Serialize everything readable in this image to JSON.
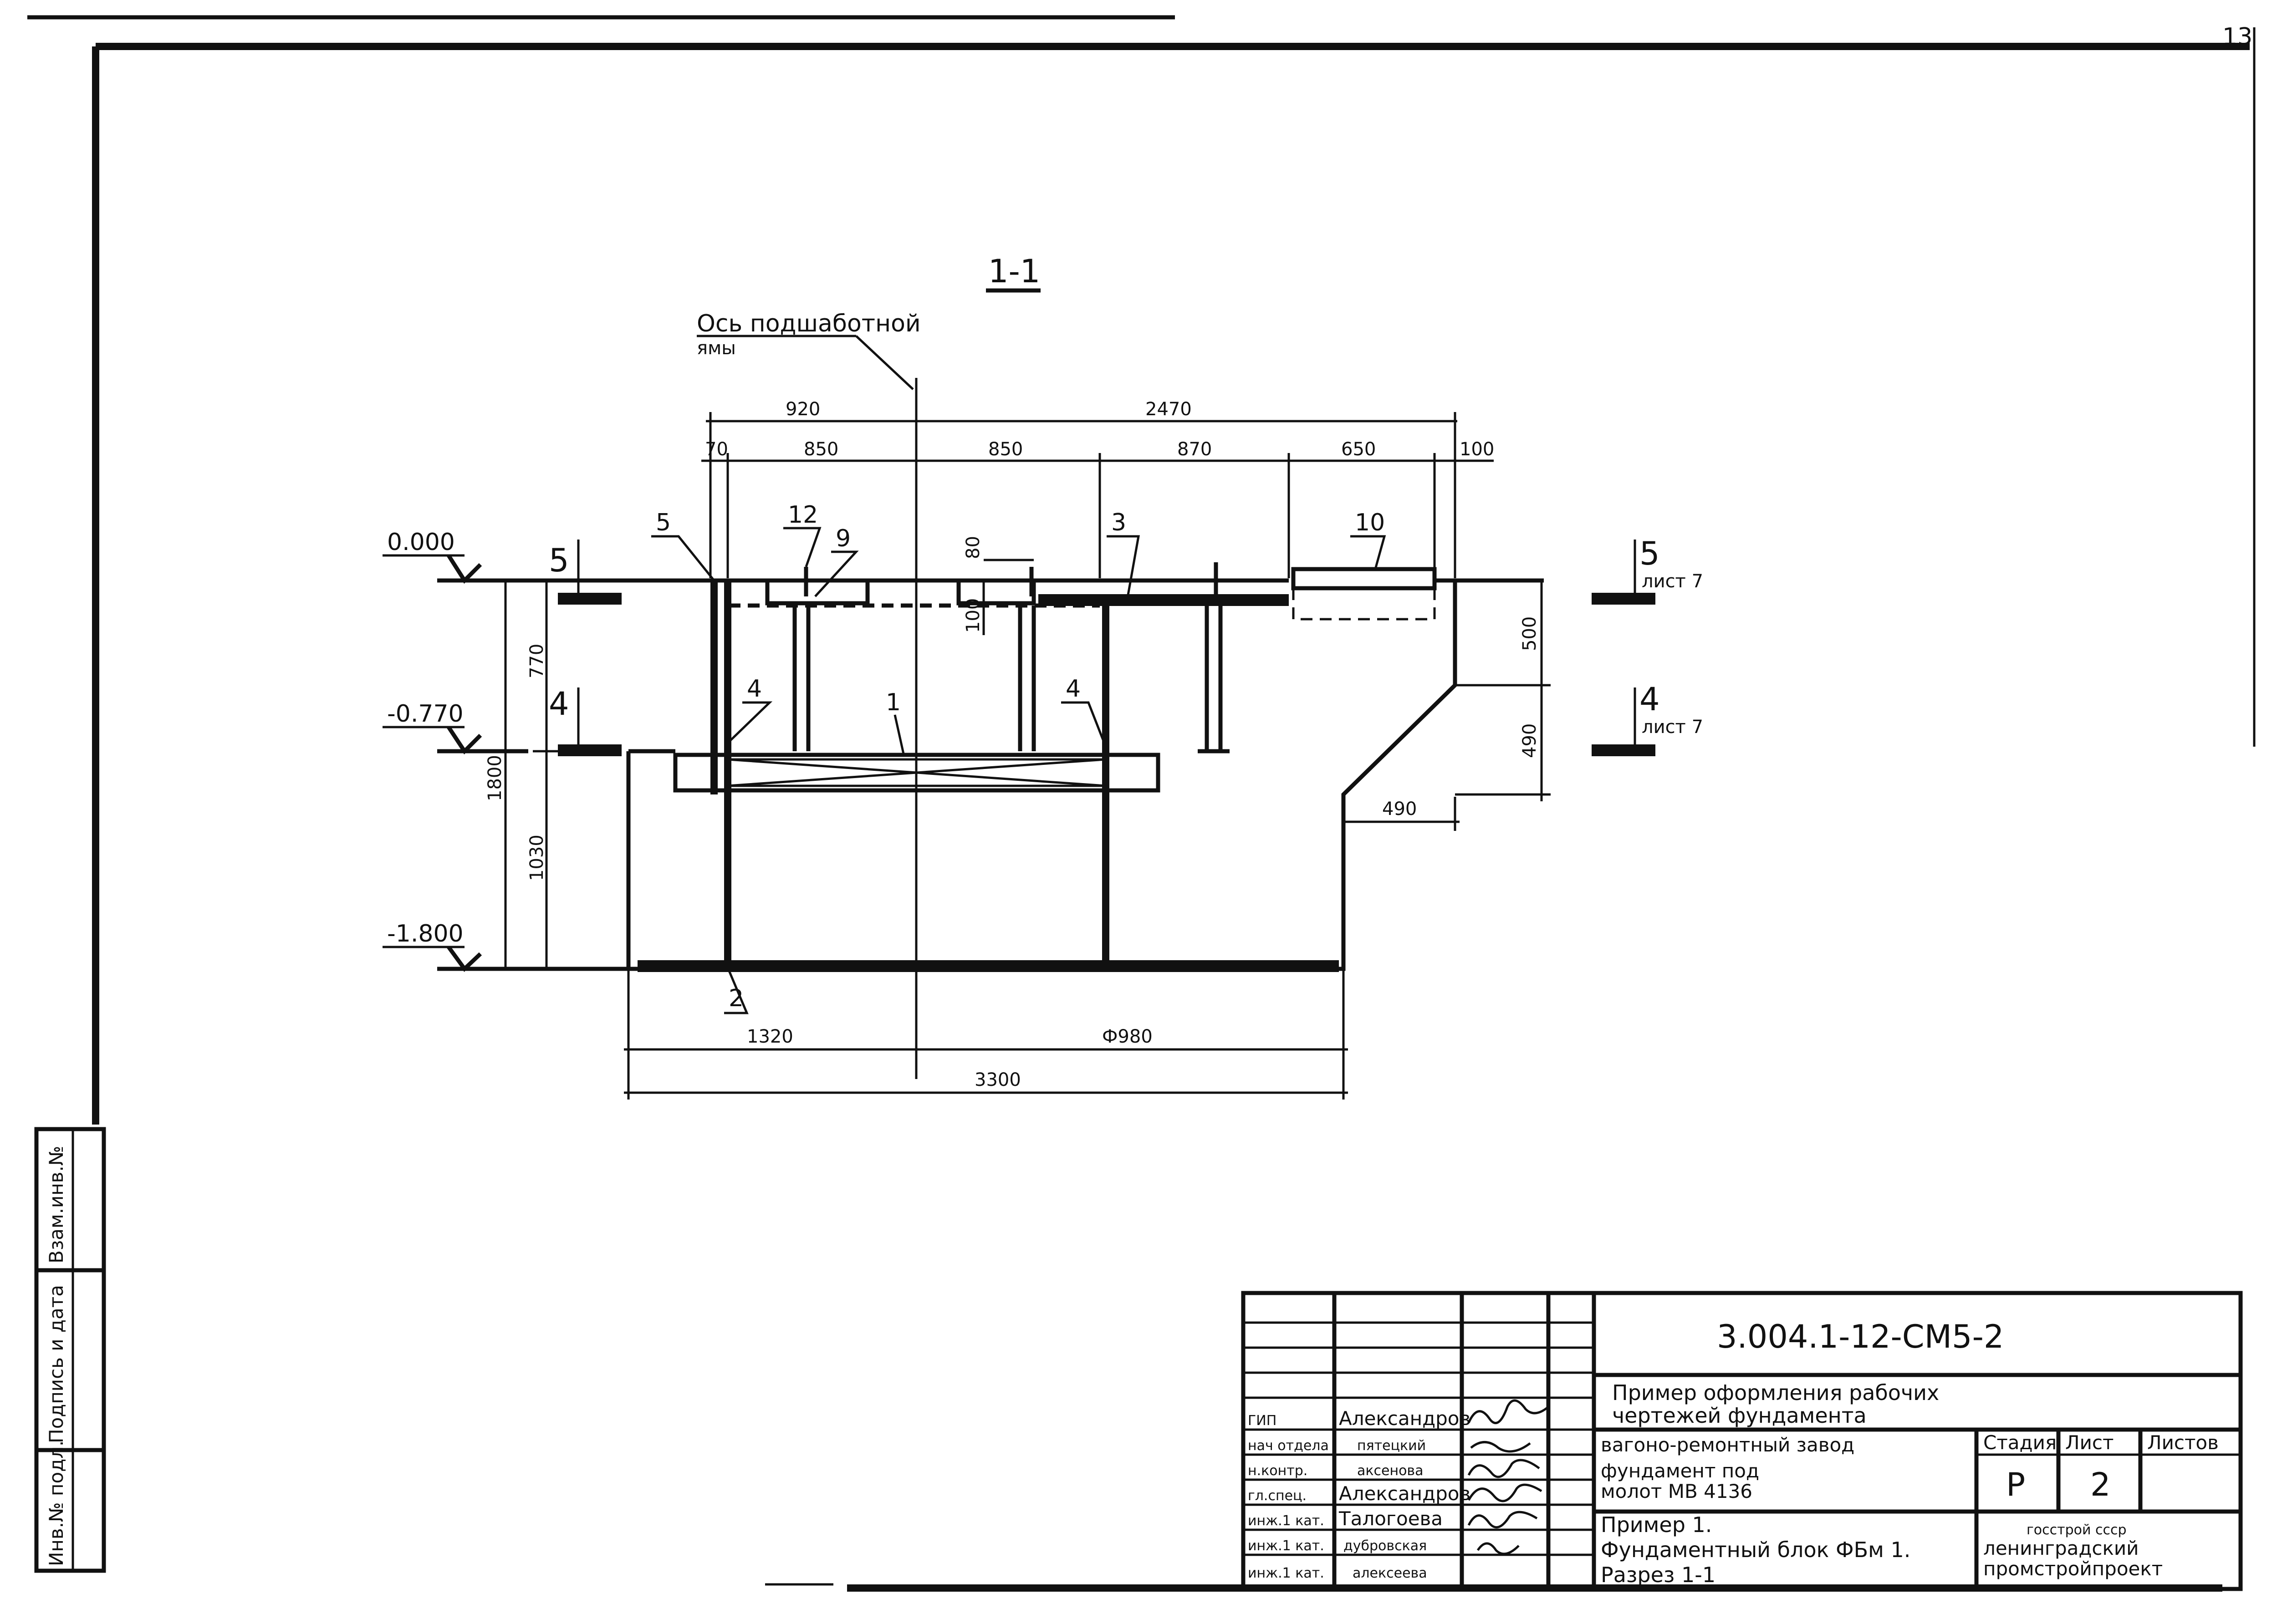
{
  "drawing": {
    "sheet_corner_label": "13",
    "section_title": "1-1",
    "pit_axis_label": [
      "Ось подшаботной",
      "ямы"
    ],
    "levels": {
      "top": "0.000",
      "mid": "-0.770",
      "bottom": "-1.800"
    },
    "section_marks": {
      "left_5": "5",
      "left_4": "4",
      "right_5": "5",
      "right_5_sheet": "лист 7",
      "right_4": "4",
      "right_4_sheet": "лист 7"
    },
    "dimensions": {
      "top_920": "920",
      "top_2470": "2470",
      "seg_70": "70",
      "seg_850a": "850",
      "seg_850b": "850",
      "seg_870": "870",
      "seg_650": "650",
      "seg_100": "100",
      "h_80": "80",
      "h_100": "100",
      "left_770": "770",
      "left_1800": "1800",
      "left_1030": "1030",
      "right_500": "500",
      "right_490": "490",
      "bottom_490": "490",
      "bottom_1320": "1320",
      "bottom_1980": "Ф980",
      "bottom_3300": "3300"
    },
    "callouts": {
      "p1": "1",
      "p2": "2",
      "p3": "3",
      "p4a": "4",
      "p4b": "4",
      "p5": "5",
      "p9": "9",
      "p10": "10",
      "p12": "12"
    }
  },
  "left_stamp": {
    "cells": [
      "Инв.№ подл.",
      "Подпись и дата",
      "Взам.инв.№"
    ]
  },
  "title_block": {
    "document_code": "3.004.1-12-СМ5-2",
    "subject_line1": "Пример оформления рабочих",
    "subject_line2": "чертежей фундамента",
    "project_line1": "вагоно-ремонтный завод",
    "project_line2": "фундамент под",
    "project_line3": "молот   МВ 4136",
    "sheet_title_line1": "Пример 1.",
    "sheet_title_line2": "Фундаментный блок ФБм 1.",
    "sheet_title_line3": "Разрез 1-1",
    "stage_header": "Стадия",
    "sheet_header": "Лист",
    "sheets_header": "Листов",
    "stage_value": "Р",
    "sheet_value": "2",
    "sheets_value": "",
    "org_line1": "госстрой ссср",
    "org_line2": "ленинградский",
    "org_line3": "промстройпроект",
    "staff": [
      {
        "role": "ГИП",
        "name": "Александров"
      },
      {
        "role": "нач отдела",
        "name": "пятецкий"
      },
      {
        "role": "н.контр.",
        "name": "аксенова"
      },
      {
        "role": "гл.спец.",
        "name": "Александров"
      },
      {
        "role": "инж.1 кат.",
        "name": "Талогоева"
      },
      {
        "role": "инж.1 кат.",
        "name": "дубровская"
      },
      {
        "role": "инж.1 кат.",
        "name": "алексеева"
      }
    ]
  }
}
